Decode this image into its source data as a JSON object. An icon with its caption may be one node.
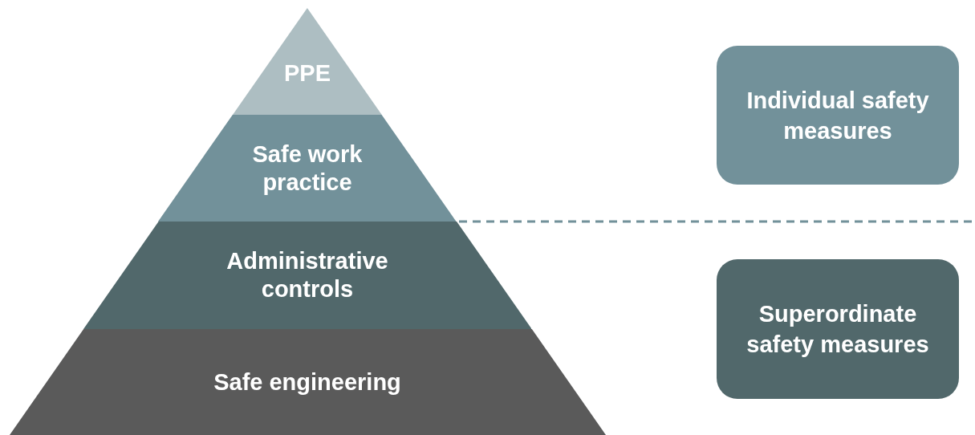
{
  "diagram": {
    "nodes": [
      {
        "text": [
          "PPE"
        ]
      },
      {
        "text": [
          "Safe work practice"
        ]
      },
      {
        "text": [
          "Administrative controls"
        ]
      },
      {
        "text": [
          "Safe engineering"
        ]
      },
      {
        "text": [
          "Individual safety measures"
        ]
      },
      {
        "text": [
          "Superordinate safety measures"
        ]
      }
    ],
    "edges": []
  }
}
